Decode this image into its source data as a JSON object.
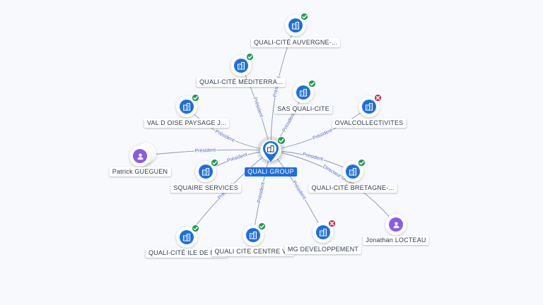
{
  "center": {
    "label": "QUALI GROUP",
    "status": "active",
    "icon": "company-icon"
  },
  "colors": {
    "accent": "#1b6fe0",
    "person": "#8a5ce6",
    "active": "#1f9d55",
    "closed": "#d32f4f",
    "edge": "#8b93a8",
    "edge_label": "#5b6fc6"
  },
  "companies": [
    {
      "label": "QUALI-CITÉ AUVERGNE-...",
      "status": "active"
    },
    {
      "label": "QUALI-CITÉ MÉDITERRA...",
      "status": "active"
    },
    {
      "label": "SAS QUALI-CITE",
      "status": "active"
    },
    {
      "label": "VAL D OISE PAYSAGE J...",
      "status": "active"
    },
    {
      "label": "OVALCOLLECTIVITES",
      "status": "closed"
    },
    {
      "label": "SQUAIRE SERVICES",
      "status": "active"
    },
    {
      "label": "QUALI-CITÉ BRETAGNE-...",
      "status": "active"
    },
    {
      "label": "QUALI-CITÉ ILE DE FR...",
      "status": "active"
    },
    {
      "label": "QUALI CITE CENTRE V...",
      "status": "active"
    },
    {
      "label": "MG DEVELOPPEMENT",
      "status": "closed"
    }
  ],
  "persons": [
    {
      "label": "Patrick GUEGUEN"
    },
    {
      "label": "Jonathan LOCTEAU"
    }
  ],
  "edge_labels": {
    "president": "Président",
    "directeur_general": "Directeur Général"
  }
}
